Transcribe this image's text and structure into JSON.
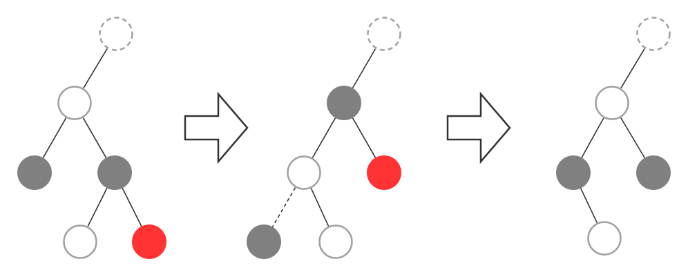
{
  "colors": {
    "gray": "#808080",
    "red": "#ff3333",
    "white": "#ffffff",
    "outline": "#a0a0a0",
    "edge": "#333333",
    "arrow_stroke": "#333333"
  },
  "panels": [
    {
      "id": "before",
      "nodes": [
        {
          "id": "root-ghost",
          "fill": "white",
          "style": "dashed"
        },
        {
          "id": "n1",
          "fill": "white",
          "style": "solid"
        },
        {
          "id": "n2",
          "fill": "gray",
          "style": "solid"
        },
        {
          "id": "n3",
          "fill": "gray",
          "style": "solid"
        },
        {
          "id": "n4",
          "fill": "white",
          "style": "solid"
        },
        {
          "id": "n5",
          "fill": "red",
          "style": "solid"
        }
      ],
      "edges": [
        {
          "from": "root-ghost",
          "to": "n1",
          "style": "solid"
        },
        {
          "from": "n1",
          "to": "n2",
          "style": "solid"
        },
        {
          "from": "n1",
          "to": "n3",
          "style": "solid"
        },
        {
          "from": "n3",
          "to": "n4",
          "style": "solid"
        },
        {
          "from": "n3",
          "to": "n5",
          "style": "solid"
        }
      ]
    },
    {
      "id": "rotated",
      "nodes": [
        {
          "id": "root-ghost",
          "fill": "white",
          "style": "dashed"
        },
        {
          "id": "n1",
          "fill": "gray",
          "style": "solid"
        },
        {
          "id": "n2",
          "fill": "white",
          "style": "solid"
        },
        {
          "id": "n3",
          "fill": "red",
          "style": "solid"
        },
        {
          "id": "n4",
          "fill": "gray",
          "style": "solid"
        },
        {
          "id": "n5",
          "fill": "white",
          "style": "solid"
        }
      ],
      "edges": [
        {
          "from": "root-ghost",
          "to": "n1",
          "style": "solid"
        },
        {
          "from": "n1",
          "to": "n2",
          "style": "solid"
        },
        {
          "from": "n1",
          "to": "n3",
          "style": "solid"
        },
        {
          "from": "n2",
          "to": "n4",
          "style": "dashed"
        },
        {
          "from": "n2",
          "to": "n5",
          "style": "solid"
        }
      ]
    },
    {
      "id": "after",
      "nodes": [
        {
          "id": "root-ghost",
          "fill": "white",
          "style": "dashed"
        },
        {
          "id": "n1",
          "fill": "white",
          "style": "solid"
        },
        {
          "id": "n2",
          "fill": "gray",
          "style": "solid"
        },
        {
          "id": "n3",
          "fill": "gray",
          "style": "solid"
        },
        {
          "id": "n4",
          "fill": "white",
          "style": "solid"
        }
      ],
      "edges": [
        {
          "from": "root-ghost",
          "to": "n1",
          "style": "solid"
        },
        {
          "from": "n1",
          "to": "n2",
          "style": "solid"
        },
        {
          "from": "n1",
          "to": "n3",
          "style": "solid"
        },
        {
          "from": "n2",
          "to": "n4",
          "style": "solid"
        }
      ]
    }
  ],
  "arrows": [
    {
      "icon": "right-arrow-icon"
    },
    {
      "icon": "right-arrow-icon"
    }
  ]
}
